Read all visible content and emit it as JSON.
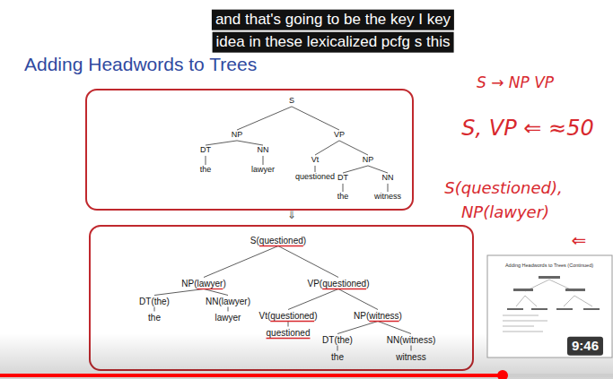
{
  "diagram": {
    "title": "Adding Headwords to Trees",
    "labels": [
      "and that's going to be the key I key",
      "idea in these lexicalized pcfg s this",
      "S",
      "NP",
      "VP",
      "DT",
      "NN",
      "the",
      "lawyer",
      "Vt",
      "questioned",
      "NP",
      "DT",
      "NN",
      "the",
      "witness",
      "⇓",
      "S(questioned)",
      "NP(lawyer)",
      "VP(questioned)",
      "DT(the)",
      "NN(lawyer)",
      "the",
      "lawyer",
      "Vt(questioned)",
      "questioned",
      "NP(witness)",
      "DT(the)",
      "NN(witness)",
      "the",
      "witness",
      "S → NP VP",
      "S, VP ⇐ ≈50",
      "S(questioned),",
      "NP(lawyer)",
      "⇐",
      "Adding Headwords to Trees (Continued)",
      "9:46"
    ]
  }
}
